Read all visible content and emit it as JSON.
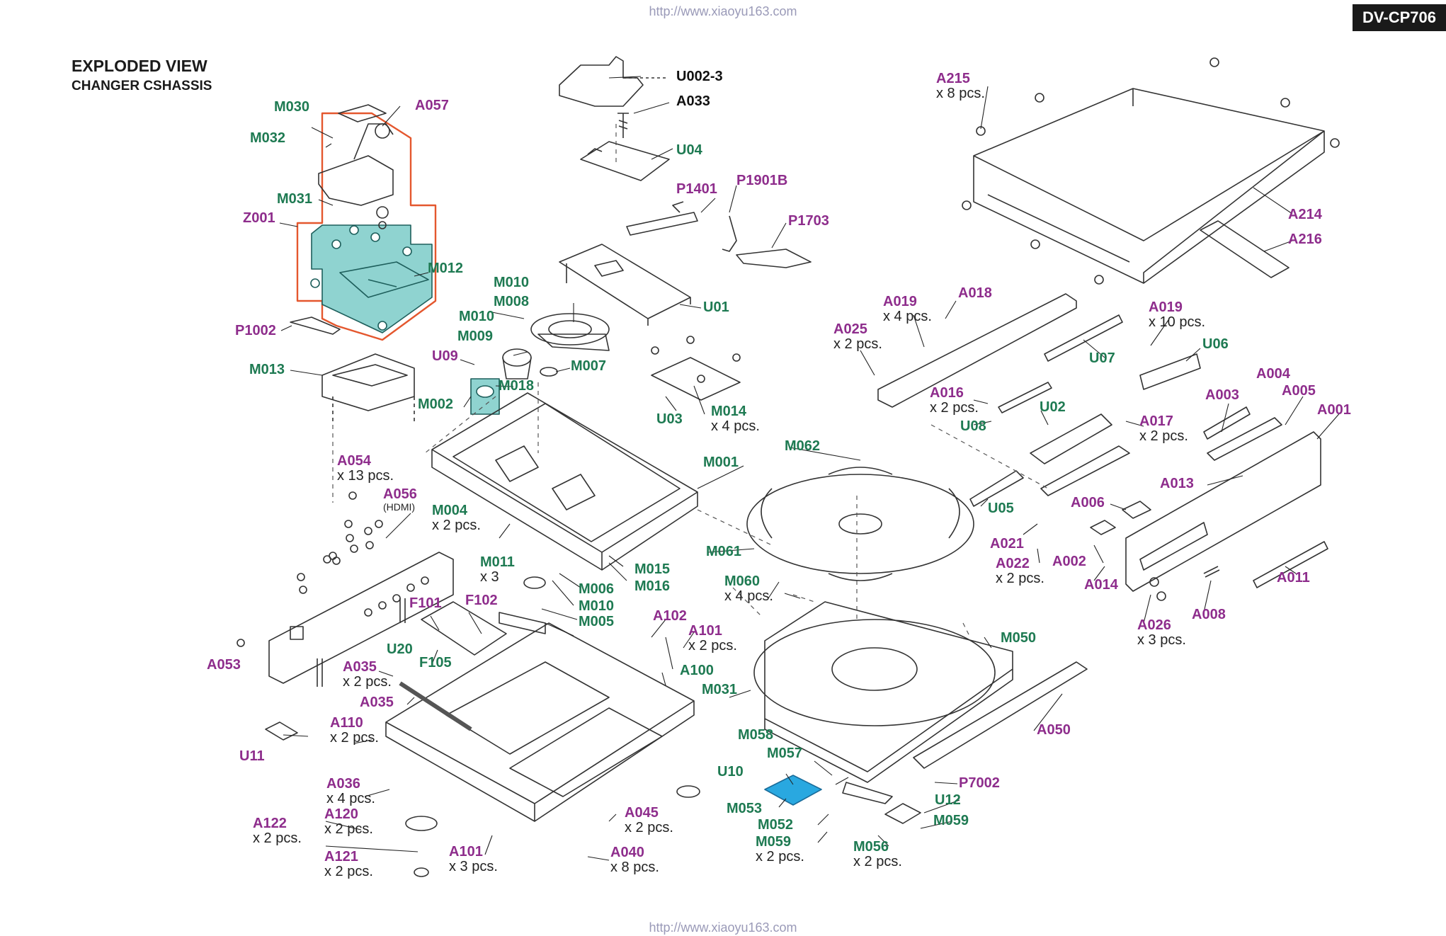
{
  "header": {
    "url_top": "http://www.xiaoyu163.com",
    "url_bottom": "http://www.xiaoyu163.com",
    "model": "DV-CP706",
    "title": "EXPLODED VIEW",
    "subtitle": "CHANGER CSHASSIS"
  },
  "colors": {
    "green_label": "#1e7a52",
    "purple_label": "#8e2d8c",
    "highlight_fill": "#8fd3d0",
    "highlight_stroke": "#e4572e",
    "blue_part": "#29a8e0"
  },
  "labels": [
    {
      "id": "U002-3",
      "text": "U002-3",
      "qty": "",
      "color": "black"
    },
    {
      "id": "A033",
      "text": "A033",
      "qty": "",
      "color": "black"
    },
    {
      "id": "U04",
      "text": "U04",
      "qty": "",
      "color": "green"
    },
    {
      "id": "P1401",
      "text": "P1401",
      "qty": "",
      "color": "purple"
    },
    {
      "id": "P1901B",
      "text": "P1901B",
      "qty": "",
      "color": "purple"
    },
    {
      "id": "P1703",
      "text": "P1703",
      "qty": "",
      "color": "purple"
    },
    {
      "id": "U01",
      "text": "U01",
      "qty": "",
      "color": "green"
    },
    {
      "id": "M030",
      "text": "M030",
      "qty": "",
      "color": "green"
    },
    {
      "id": "A057",
      "text": "A057",
      "qty": "",
      "color": "purple"
    },
    {
      "id": "M032",
      "text": "M032",
      "qty": "",
      "color": "green"
    },
    {
      "id": "M031a",
      "text": "M031",
      "qty": "",
      "color": "green"
    },
    {
      "id": "Z001",
      "text": "Z001",
      "qty": "",
      "color": "purple"
    },
    {
      "id": "M012",
      "text": "M012",
      "qty": "",
      "color": "green"
    },
    {
      "id": "P1002",
      "text": "P1002",
      "qty": "",
      "color": "purple"
    },
    {
      "id": "M013",
      "text": "M013",
      "qty": "",
      "color": "green"
    },
    {
      "id": "M010a",
      "text": "M010",
      "qty": "",
      "color": "green"
    },
    {
      "id": "M008",
      "text": "M008",
      "qty": "",
      "color": "green"
    },
    {
      "id": "M010b",
      "text": "M010",
      "qty": "",
      "color": "green"
    },
    {
      "id": "M009",
      "text": "M009",
      "qty": "",
      "color": "green"
    },
    {
      "id": "U09",
      "text": "U09",
      "qty": "",
      "color": "purple"
    },
    {
      "id": "M007",
      "text": "M007",
      "qty": "",
      "color": "green"
    },
    {
      "id": "M018",
      "text": "M018",
      "qty": "",
      "color": "green"
    },
    {
      "id": "M002",
      "text": "M002",
      "qty": "",
      "color": "green"
    },
    {
      "id": "U03",
      "text": "U03",
      "qty": "",
      "color": "green"
    },
    {
      "id": "M014",
      "text": "M014",
      "qty": "x 4 pcs.",
      "color": "green"
    },
    {
      "id": "M001",
      "text": "M001",
      "qty": "",
      "color": "green"
    },
    {
      "id": "A054",
      "text": "A054",
      "qty": "x 13 pcs.",
      "color": "purple"
    },
    {
      "id": "A056",
      "text": "A056",
      "qty": "",
      "note": "(HDMI)",
      "color": "purple"
    },
    {
      "id": "M004",
      "text": "M004",
      "qty": "x 2 pcs.",
      "color": "green"
    },
    {
      "id": "M011",
      "text": "M011",
      "qty": "x 3",
      "color": "green"
    },
    {
      "id": "M015",
      "text": "M015",
      "qty": "",
      "color": "green"
    },
    {
      "id": "M016",
      "text": "M016",
      "qty": "",
      "color": "green"
    },
    {
      "id": "M006",
      "text": "M006",
      "qty": "",
      "color": "green"
    },
    {
      "id": "M010c",
      "text": "M010",
      "qty": "",
      "color": "green"
    },
    {
      "id": "M005",
      "text": "M005",
      "qty": "",
      "color": "green"
    },
    {
      "id": "F101",
      "text": "F101",
      "qty": "",
      "color": "purple"
    },
    {
      "id": "F102",
      "text": "F102",
      "qty": "",
      "color": "purple"
    },
    {
      "id": "U20",
      "text": "U20",
      "qty": "",
      "color": "green"
    },
    {
      "id": "F105",
      "text": "F105",
      "qty": "",
      "color": "green"
    },
    {
      "id": "A053",
      "text": "A053",
      "qty": "",
      "color": "purple"
    },
    {
      "id": "A035a",
      "text": "A035",
      "qty": "x 2 pcs.",
      "color": "purple"
    },
    {
      "id": "A035b",
      "text": "A035",
      "qty": "",
      "color": "purple"
    },
    {
      "id": "A102",
      "text": "A102",
      "qty": "",
      "color": "purple"
    },
    {
      "id": "A101a",
      "text": "A101",
      "qty": "x 2 pcs.",
      "color": "purple"
    },
    {
      "id": "A100",
      "text": "A100",
      "qty": "",
      "color": "green"
    },
    {
      "id": "M031b",
      "text": "M031",
      "qty": "",
      "color": "green"
    },
    {
      "id": "A110",
      "text": "A110",
      "qty": "x 2 pcs.",
      "color": "purple"
    },
    {
      "id": "U11",
      "text": "U11",
      "qty": "",
      "color": "purple"
    },
    {
      "id": "A036",
      "text": "A036",
      "qty": "x 4 pcs.",
      "color": "purple"
    },
    {
      "id": "A122",
      "text": "A122",
      "qty": "x 2 pcs.",
      "color": "purple"
    },
    {
      "id": "A120",
      "text": "A120",
      "qty": "x 2 pcs.",
      "color": "purple"
    },
    {
      "id": "A121",
      "text": "A121",
      "qty": "x 2 pcs.",
      "color": "purple"
    },
    {
      "id": "A101b",
      "text": "A101",
      "qty": "x 3 pcs.",
      "color": "purple"
    },
    {
      "id": "A045",
      "text": "A045",
      "qty": "x 2 pcs.",
      "color": "purple"
    },
    {
      "id": "A040",
      "text": "A040",
      "qty": "x 8 pcs.",
      "color": "purple"
    },
    {
      "id": "M058",
      "text": "M058",
      "qty": "",
      "color": "green"
    },
    {
      "id": "M057",
      "text": "M057",
      "qty": "",
      "color": "green"
    },
    {
      "id": "U10",
      "text": "U10",
      "qty": "",
      "color": "green"
    },
    {
      "id": "M053",
      "text": "M053",
      "qty": "",
      "color": "green"
    },
    {
      "id": "M052",
      "text": "M052",
      "qty": "",
      "color": "green"
    },
    {
      "id": "M059a",
      "text": "M059",
      "qty": "x 2 pcs.",
      "color": "green"
    },
    {
      "id": "M056",
      "text": "M056",
      "qty": "x 2 pcs.",
      "color": "green"
    },
    {
      "id": "P7002",
      "text": "P7002",
      "qty": "",
      "color": "purple"
    },
    {
      "id": "U12",
      "text": "U12",
      "qty": "",
      "color": "green"
    },
    {
      "id": "M059b",
      "text": "M059",
      "qty": "",
      "color": "green"
    },
    {
      "id": "M062",
      "text": "M062",
      "qty": "",
      "color": "green"
    },
    {
      "id": "M061",
      "text": "M061",
      "qty": "",
      "color": "green"
    },
    {
      "id": "M060",
      "text": "M060",
      "qty": "x 4 pcs.",
      "color": "green"
    },
    {
      "id": "M050",
      "text": "M050",
      "qty": "",
      "color": "green"
    },
    {
      "id": "A050",
      "text": "A050",
      "qty": "",
      "color": "purple"
    },
    {
      "id": "A215",
      "text": "A215",
      "qty": "x 8 pcs.",
      "color": "purple"
    },
    {
      "id": "A214",
      "text": "A214",
      "qty": "",
      "color": "purple"
    },
    {
      "id": "A216",
      "text": "A216",
      "qty": "",
      "color": "purple"
    },
    {
      "id": "A019a",
      "text": "A019",
      "qty": "x 4 pcs.",
      "color": "purple"
    },
    {
      "id": "A018",
      "text": "A018",
      "qty": "",
      "color": "purple"
    },
    {
      "id": "A025",
      "text": "A025",
      "qty": "x 2 pcs.",
      "color": "purple"
    },
    {
      "id": "U07",
      "text": "U07",
      "qty": "",
      "color": "green"
    },
    {
      "id": "A019b",
      "text": "A019",
      "qty": "x 10 pcs.",
      "color": "purple"
    },
    {
      "id": "U06",
      "text": "U06",
      "qty": "",
      "color": "green"
    },
    {
      "id": "A016",
      "text": "A016",
      "qty": "x 2 pcs.",
      "color": "purple"
    },
    {
      "id": "U08",
      "text": "U08",
      "qty": "",
      "color": "green"
    },
    {
      "id": "U02",
      "text": "U02",
      "qty": "",
      "color": "green"
    },
    {
      "id": "A017",
      "text": "A017",
      "qty": "x 2 pcs.",
      "color": "purple"
    },
    {
      "id": "A003",
      "text": "A003",
      "qty": "",
      "color": "purple"
    },
    {
      "id": "A004",
      "text": "A004",
      "qty": "",
      "color": "purple"
    },
    {
      "id": "A005",
      "text": "A005",
      "qty": "",
      "color": "purple"
    },
    {
      "id": "A001",
      "text": "A001",
      "qty": "",
      "color": "purple"
    },
    {
      "id": "A013",
      "text": "A013",
      "qty": "",
      "color": "purple"
    },
    {
      "id": "U05",
      "text": "U05",
      "qty": "",
      "color": "green"
    },
    {
      "id": "A006",
      "text": "A006",
      "qty": "",
      "color": "purple"
    },
    {
      "id": "A021",
      "text": "A021",
      "qty": "",
      "color": "purple"
    },
    {
      "id": "A022",
      "text": "A022",
      "qty": "x 2 pcs.",
      "color": "purple"
    },
    {
      "id": "A002",
      "text": "A002",
      "qty": "",
      "color": "purple"
    },
    {
      "id": "A014",
      "text": "A014",
      "qty": "",
      "color": "purple"
    },
    {
      "id": "A011",
      "text": "A011",
      "qty": "",
      "color": "purple"
    },
    {
      "id": "A026",
      "text": "A026",
      "qty": "x 3 pcs.",
      "color": "purple"
    },
    {
      "id": "A008",
      "text": "A008",
      "qty": "",
      "color": "purple"
    }
  ]
}
